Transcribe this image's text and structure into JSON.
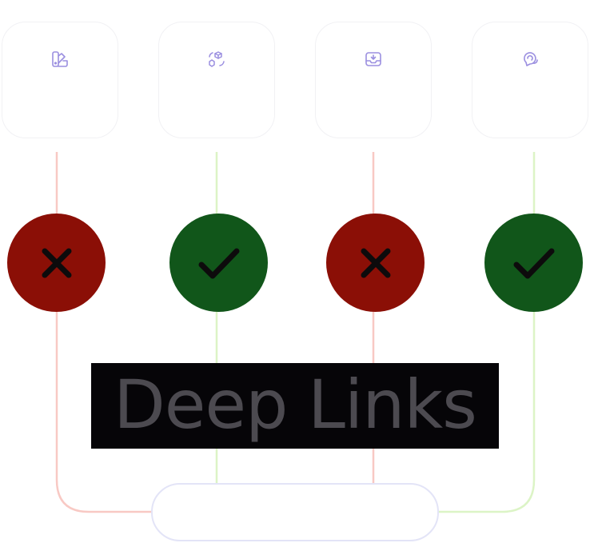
{
  "diagram": {
    "title": "Deep Links",
    "cards": [
      {
        "icon": "palette-icon",
        "label": ""
      },
      {
        "icon": "cubes-refresh-icon",
        "label": ""
      },
      {
        "icon": "inbox-download-icon",
        "label": ""
      },
      {
        "icon": "chat-bubbles-icon",
        "label": ""
      }
    ],
    "statuses": [
      {
        "state": "fail",
        "icon": "x-icon"
      },
      {
        "state": "pass",
        "icon": "check-icon"
      },
      {
        "state": "fail",
        "icon": "x-icon"
      },
      {
        "state": "pass",
        "icon": "check-icon"
      }
    ],
    "bottom_label": "",
    "colors": {
      "fail_bg": "#8b0f06",
      "pass_bg": "#11561a",
      "fail_line": "#f8c9c4",
      "pass_line": "#dcf4c6",
      "icon_stroke": "#9b8fe0",
      "title_bg": "#060508",
      "title_text": "#4c4a50"
    }
  }
}
